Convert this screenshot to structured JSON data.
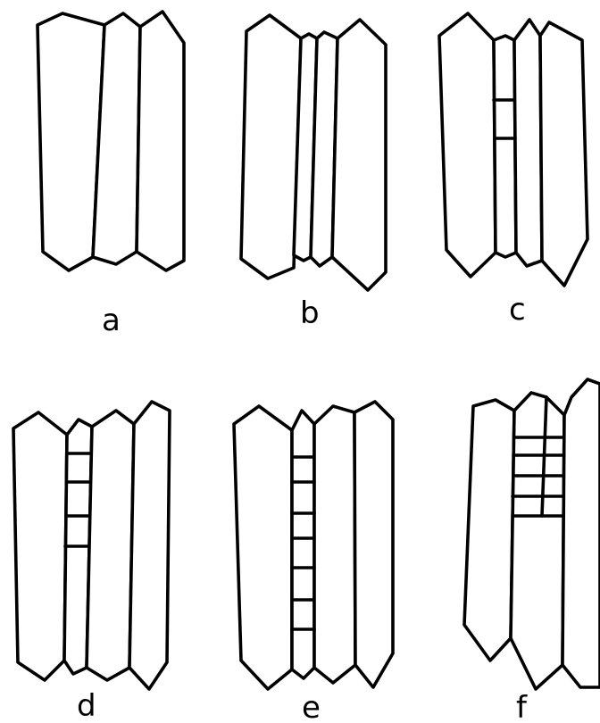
{
  "figure": {
    "stroke_color": "#000000",
    "background": "#ffffff",
    "panels": [
      {
        "id": "a",
        "label": "a",
        "new_walls": 0
      },
      {
        "id": "b",
        "label": "b",
        "new_walls": 0
      },
      {
        "id": "c",
        "label": "c",
        "new_walls": 2
      },
      {
        "id": "d",
        "label": "d",
        "new_walls": 4
      },
      {
        "id": "e",
        "label": "e",
        "new_walls": 7
      },
      {
        "id": "f",
        "label": "f",
        "new_walls": 6
      }
    ]
  }
}
